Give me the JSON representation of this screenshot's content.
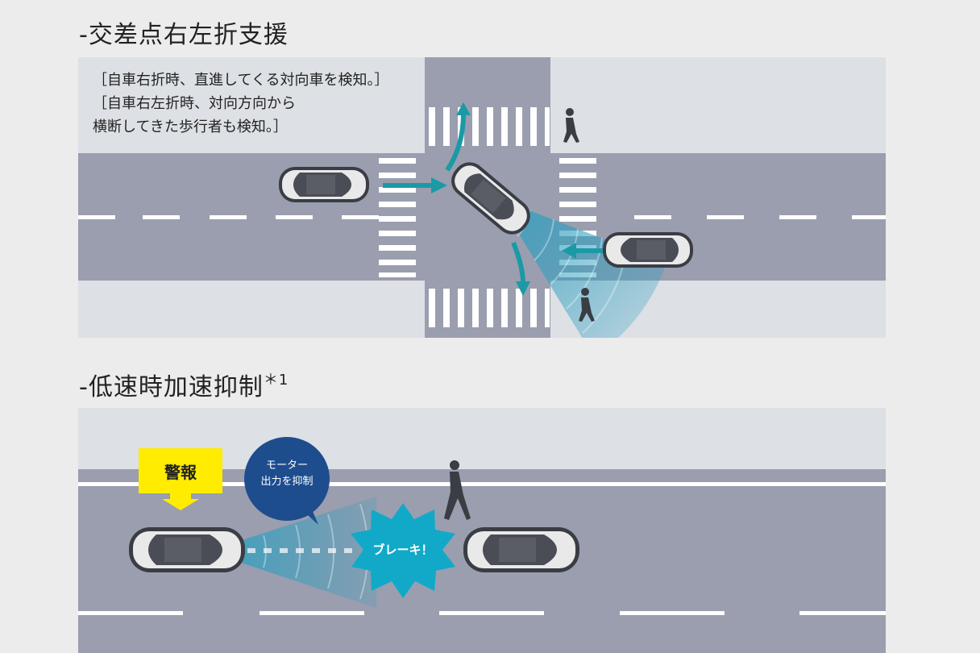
{
  "section1": {
    "heading": "-交差点右左折支援",
    "note_lines": [
      "［自車右折時、直進してくる対向車を検知。］",
      "［自車右左折時、対向方向から",
      "横断してきた歩行者も検知。］"
    ]
  },
  "section2": {
    "heading": "-低速時加速抑制",
    "heading_mark": "＊1",
    "warning_label": "警報",
    "speech_line1": "モーター",
    "speech_line2": "出力を抑制",
    "brake_label": "ブレーキ！"
  },
  "colors": {
    "road": "#9a9eae",
    "sidewalk": "#dde0e5",
    "arrow": "#1b9aa6",
    "sensor": "#2f9fc0",
    "warning_yellow": "#ffec00",
    "bubble_blue": "#1e4d8e",
    "burst_cyan": "#12a9c8"
  }
}
